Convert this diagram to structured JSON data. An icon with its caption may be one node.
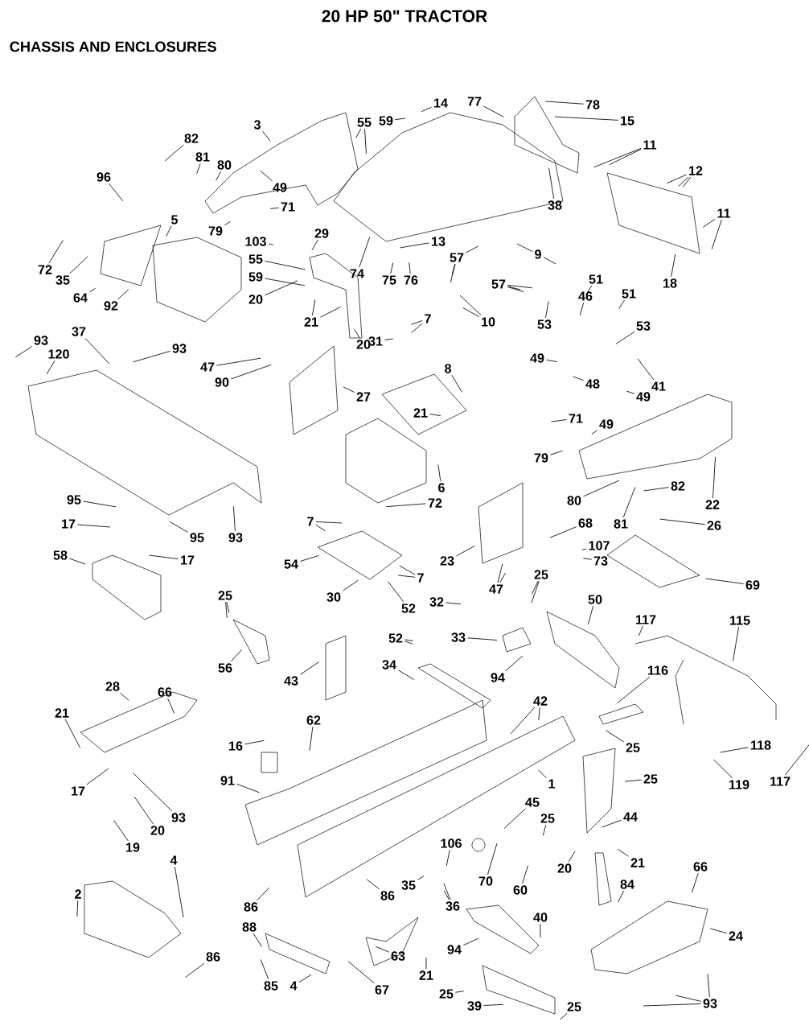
{
  "diagram": {
    "title": "20 HP 50\" TRACTOR",
    "labels": [
      "CHASSIS AND ENCLOSURES"
    ],
    "nodes": [
      {
        "text": [
          "3"
        ]
      },
      {
        "text": [
          "55"
        ]
      },
      {
        "text": [
          "59"
        ]
      },
      {
        "text": [
          "14"
        ]
      },
      {
        "text": [
          "77"
        ]
      },
      {
        "text": [
          "78"
        ]
      },
      {
        "text": [
          "15"
        ]
      },
      {
        "text": [
          "82"
        ]
      },
      {
        "text": [
          "81"
        ]
      },
      {
        "text": [
          "80"
        ]
      },
      {
        "text": [
          "96"
        ]
      },
      {
        "text": [
          "49"
        ]
      },
      {
        "text": [
          "71"
        ]
      },
      {
        "text": [
          "79"
        ]
      },
      {
        "text": [
          "11"
        ]
      },
      {
        "text": [
          "12"
        ]
      },
      {
        "text": [
          "38"
        ]
      },
      {
        "text": [
          "5"
        ]
      },
      {
        "text": [
          "72"
        ]
      },
      {
        "text": [
          "35"
        ]
      },
      {
        "text": [
          "64"
        ]
      },
      {
        "text": [
          "92"
        ]
      },
      {
        "text": [
          "29"
        ]
      },
      {
        "text": [
          "103"
        ]
      },
      {
        "text": [
          "55"
        ]
      },
      {
        "text": [
          "59"
        ]
      },
      {
        "text": [
          "20"
        ]
      },
      {
        "text": [
          "21"
        ]
      },
      {
        "text": [
          "20"
        ]
      },
      {
        "text": [
          "74"
        ]
      },
      {
        "text": [
          "13"
        ]
      },
      {
        "text": [
          "75"
        ]
      },
      {
        "text": [
          "76"
        ]
      },
      {
        "text": [
          "9"
        ]
      },
      {
        "text": [
          "57"
        ]
      },
      {
        "text": [
          "57"
        ]
      },
      {
        "text": [
          "10"
        ]
      },
      {
        "text": [
          "11"
        ]
      },
      {
        "text": [
          "18"
        ]
      },
      {
        "text": [
          "51"
        ]
      },
      {
        "text": [
          "46"
        ]
      },
      {
        "text": [
          "51"
        ]
      },
      {
        "text": [
          "53"
        ]
      },
      {
        "text": [
          "53"
        ]
      },
      {
        "text": [
          "49"
        ]
      },
      {
        "text": [
          "48"
        ]
      },
      {
        "text": [
          "49"
        ]
      },
      {
        "text": [
          "41"
        ]
      },
      {
        "text": [
          "7"
        ]
      },
      {
        "text": [
          "31"
        ]
      },
      {
        "text": [
          "8"
        ]
      },
      {
        "text": [
          "93"
        ]
      },
      {
        "text": [
          "120"
        ]
      },
      {
        "text": [
          "37"
        ]
      },
      {
        "text": [
          "93"
        ]
      },
      {
        "text": [
          "47"
        ]
      },
      {
        "text": [
          "90"
        ]
      },
      {
        "text": [
          "27"
        ]
      },
      {
        "text": [
          "21"
        ]
      },
      {
        "text": [
          "6"
        ]
      },
      {
        "text": [
          "72"
        ]
      },
      {
        "text": [
          "71"
        ]
      },
      {
        "text": [
          "49"
        ]
      },
      {
        "text": [
          "79"
        ]
      },
      {
        "text": [
          "22"
        ]
      },
      {
        "text": [
          "80"
        ]
      },
      {
        "text": [
          "81"
        ]
      },
      {
        "text": [
          "82"
        ]
      },
      {
        "text": [
          "68"
        ]
      },
      {
        "text": [
          "107"
        ]
      },
      {
        "text": [
          "73"
        ]
      },
      {
        "text": [
          "23"
        ]
      },
      {
        "text": [
          "47"
        ]
      },
      {
        "text": [
          "26"
        ]
      },
      {
        "text": [
          "69"
        ]
      },
      {
        "text": [
          "95"
        ]
      },
      {
        "text": [
          "95"
        ]
      },
      {
        "text": [
          "17"
        ]
      },
      {
        "text": [
          "17"
        ]
      },
      {
        "text": [
          "58"
        ]
      },
      {
        "text": [
          "93"
        ]
      },
      {
        "text": [
          "7"
        ]
      },
      {
        "text": [
          "7"
        ]
      },
      {
        "text": [
          "54"
        ]
      },
      {
        "text": [
          "30"
        ]
      },
      {
        "text": [
          "52"
        ]
      },
      {
        "text": [
          "25"
        ]
      },
      {
        "text": [
          "56"
        ]
      },
      {
        "text": [
          "43"
        ]
      },
      {
        "text": [
          "52"
        ]
      },
      {
        "text": [
          "34"
        ]
      },
      {
        "text": [
          "32"
        ]
      },
      {
        "text": [
          "25"
        ]
      },
      {
        "text": [
          "33"
        ]
      },
      {
        "text": [
          "94"
        ]
      },
      {
        "text": [
          "50"
        ]
      },
      {
        "text": [
          "117"
        ]
      },
      {
        "text": [
          "115"
        ]
      },
      {
        "text": [
          "116"
        ]
      },
      {
        "text": [
          "42"
        ]
      },
      {
        "text": [
          "25"
        ]
      },
      {
        "text": [
          "25"
        ]
      },
      {
        "text": [
          "118"
        ]
      },
      {
        "text": [
          "119"
        ]
      },
      {
        "text": [
          "117"
        ]
      },
      {
        "text": [
          "1"
        ]
      },
      {
        "text": [
          "44"
        ]
      },
      {
        "text": [
          "45"
        ]
      },
      {
        "text": [
          "25"
        ]
      },
      {
        "text": [
          "106"
        ]
      },
      {
        "text": [
          "70"
        ]
      },
      {
        "text": [
          "60"
        ]
      },
      {
        "text": [
          "35"
        ]
      },
      {
        "text": [
          "36"
        ]
      },
      {
        "text": [
          "20"
        ]
      },
      {
        "text": [
          "21"
        ]
      },
      {
        "text": [
          "84"
        ]
      },
      {
        "text": [
          "66"
        ]
      },
      {
        "text": [
          "24"
        ]
      },
      {
        "text": [
          "93"
        ]
      },
      {
        "text": [
          "40"
        ]
      },
      {
        "text": [
          "94"
        ]
      },
      {
        "text": [
          "63"
        ]
      },
      {
        "text": [
          "21"
        ]
      },
      {
        "text": [
          "25"
        ]
      },
      {
        "text": [
          "39"
        ]
      },
      {
        "text": [
          "25"
        ]
      },
      {
        "text": [
          "67"
        ]
      },
      {
        "text": [
          "86"
        ]
      },
      {
        "text": [
          "85"
        ]
      },
      {
        "text": [
          "4"
        ]
      },
      {
        "text": [
          "86"
        ]
      },
      {
        "text": [
          "88"
        ]
      },
      {
        "text": [
          "62"
        ]
      },
      {
        "text": [
          "16"
        ]
      },
      {
        "text": [
          "91"
        ]
      },
      {
        "text": [
          "28"
        ]
      },
      {
        "text": [
          "66"
        ]
      },
      {
        "text": [
          "21"
        ]
      },
      {
        "text": [
          "17"
        ]
      },
      {
        "text": [
          "93"
        ]
      },
      {
        "text": [
          "20"
        ]
      },
      {
        "text": [
          "19"
        ]
      },
      {
        "text": [
          "4"
        ]
      },
      {
        "text": [
          "2"
        ]
      },
      {
        "text": [
          "86"
        ]
      }
    ],
    "edges": [
      {
        "from": 0,
        "to": null,
        "arrow": "none"
      },
      {
        "from": 1,
        "to": null,
        "arrow": "none"
      },
      {
        "from": 1,
        "to": null,
        "arrow": "none"
      },
      {
        "from": 2,
        "to": null,
        "arrow": "none"
      },
      {
        "from": 3,
        "to": null,
        "arrow": "none"
      },
      {
        "from": 4,
        "to": null,
        "arrow": "none"
      },
      {
        "from": 5,
        "to": null,
        "arrow": "none"
      },
      {
        "from": 6,
        "to": null,
        "arrow": "none"
      },
      {
        "from": 7,
        "to": null,
        "arrow": "none"
      },
      {
        "from": 8,
        "to": null,
        "arrow": "none"
      },
      {
        "from": 9,
        "to": null,
        "arrow": "none"
      },
      {
        "from": 10,
        "to": null,
        "arrow": "none"
      },
      {
        "from": 11,
        "to": null,
        "arrow": "none"
      },
      {
        "from": 12,
        "to": null,
        "arrow": "none"
      },
      {
        "from": 13,
        "to": null,
        "arrow": "none"
      },
      {
        "from": 14,
        "to": null,
        "arrow": "none"
      },
      {
        "from": 14,
        "to": null,
        "arrow": "none"
      },
      {
        "from": 15,
        "to": null,
        "arrow": "none"
      },
      {
        "from": 15,
        "to": null,
        "arrow": "none"
      },
      {
        "from": 15,
        "to": null,
        "arrow": "none"
      },
      {
        "from": 16,
        "to": null,
        "arrow": "none"
      },
      {
        "from": 17,
        "to": null,
        "arrow": "none"
      },
      {
        "from": 18,
        "to": null,
        "arrow": "none"
      },
      {
        "from": 19,
        "to": null,
        "arrow": "none"
      },
      {
        "from": 20,
        "to": null,
        "arrow": "none"
      },
      {
        "from": 21,
        "to": null,
        "arrow": "none"
      },
      {
        "from": 22,
        "to": null,
        "arrow": "none"
      },
      {
        "from": 23,
        "to": null,
        "arrow": "none"
      },
      {
        "from": 24,
        "to": null,
        "arrow": "none"
      },
      {
        "from": 25,
        "to": null,
        "arrow": "none"
      },
      {
        "from": 26,
        "to": null,
        "arrow": "none"
      },
      {
        "from": 27,
        "to": null,
        "arrow": "none"
      },
      {
        "from": 27,
        "to": null,
        "arrow": "none"
      },
      {
        "from": 28,
        "to": null,
        "arrow": "none"
      },
      {
        "from": 29,
        "to": null,
        "arrow": "none"
      },
      {
        "from": 30,
        "to": null,
        "arrow": "none"
      },
      {
        "from": 31,
        "to": null,
        "arrow": "none"
      },
      {
        "from": 32,
        "to": null,
        "arrow": "none"
      },
      {
        "from": 33,
        "to": null,
        "arrow": "none"
      },
      {
        "from": 33,
        "to": null,
        "arrow": "none"
      },
      {
        "from": 34,
        "to": null,
        "arrow": "none"
      },
      {
        "from": 34,
        "to": null,
        "arrow": "none"
      },
      {
        "from": 34,
        "to": null,
        "arrow": "none"
      },
      {
        "from": 35,
        "to": null,
        "arrow": "none"
      },
      {
        "from": 35,
        "to": null,
        "arrow": "none"
      },
      {
        "from": 35,
        "to": null,
        "arrow": "none"
      },
      {
        "from": 36,
        "to": null,
        "arrow": "none"
      },
      {
        "from": 36,
        "to": null,
        "arrow": "none"
      },
      {
        "from": 37,
        "to": null,
        "arrow": "none"
      },
      {
        "from": 37,
        "to": null,
        "arrow": "none"
      },
      {
        "from": 38,
        "to": null,
        "arrow": "none"
      },
      {
        "from": 39,
        "to": null,
        "arrow": "none"
      },
      {
        "from": 40,
        "to": null,
        "arrow": "none"
      },
      {
        "from": 41,
        "to": null,
        "arrow": "none"
      },
      {
        "from": 42,
        "to": null,
        "arrow": "none"
      },
      {
        "from": 43,
        "to": null,
        "arrow": "none"
      },
      {
        "from": 44,
        "to": null,
        "arrow": "none"
      },
      {
        "from": 45,
        "to": null,
        "arrow": "none"
      },
      {
        "from": 46,
        "to": null,
        "arrow": "none"
      },
      {
        "from": 47,
        "to": null,
        "arrow": "none"
      },
      {
        "from": 48,
        "to": null,
        "arrow": "none"
      },
      {
        "from": 48,
        "to": null,
        "arrow": "none"
      },
      {
        "from": 49,
        "to": null,
        "arrow": "none"
      },
      {
        "from": 50,
        "to": null,
        "arrow": "none"
      },
      {
        "from": 51,
        "to": null,
        "arrow": "none"
      },
      {
        "from": 52,
        "to": null,
        "arrow": "none"
      },
      {
        "from": 53,
        "to": null,
        "arrow": "none"
      },
      {
        "from": 54,
        "to": null,
        "arrow": "none"
      },
      {
        "from": 55,
        "to": null,
        "arrow": "none"
      },
      {
        "from": 56,
        "to": null,
        "arrow": "none"
      },
      {
        "from": 57,
        "to": null,
        "arrow": "none"
      },
      {
        "from": 58,
        "to": null,
        "arrow": "none"
      },
      {
        "from": 59,
        "to": null,
        "arrow": "none"
      },
      {
        "from": 60,
        "to": null,
        "arrow": "none"
      },
      {
        "from": 61,
        "to": null,
        "arrow": "none"
      },
      {
        "from": 62,
        "to": null,
        "arrow": "none"
      },
      {
        "from": 63,
        "to": null,
        "arrow": "none"
      },
      {
        "from": 64,
        "to": null,
        "arrow": "none"
      },
      {
        "from": 65,
        "to": null,
        "arrow": "none"
      },
      {
        "from": 66,
        "to": null,
        "arrow": "none"
      },
      {
        "from": 67,
        "to": null,
        "arrow": "none"
      },
      {
        "from": 68,
        "to": null,
        "arrow": "none"
      },
      {
        "from": 69,
        "to": null,
        "arrow": "none"
      },
      {
        "from": 70,
        "to": null,
        "arrow": "none"
      },
      {
        "from": 71,
        "to": null,
        "arrow": "none"
      },
      {
        "from": 72,
        "to": null,
        "arrow": "none"
      },
      {
        "from": 72,
        "to": null,
        "arrow": "none"
      },
      {
        "from": 73,
        "to": null,
        "arrow": "none"
      },
      {
        "from": 74,
        "to": null,
        "arrow": "none"
      },
      {
        "from": 75,
        "to": null,
        "arrow": "none"
      },
      {
        "from": 76,
        "to": null,
        "arrow": "none"
      },
      {
        "from": 77,
        "to": null,
        "arrow": "none"
      },
      {
        "from": 78,
        "to": null,
        "arrow": "none"
      },
      {
        "from": 79,
        "to": null,
        "arrow": "none"
      },
      {
        "from": 80,
        "to": null,
        "arrow": "none"
      },
      {
        "from": 81,
        "to": null,
        "arrow": "none"
      },
      {
        "from": 81,
        "to": null,
        "arrow": "none"
      },
      {
        "from": 82,
        "to": null,
        "arrow": "none"
      },
      {
        "from": 82,
        "to": null,
        "arrow": "none"
      },
      {
        "from": 83,
        "to": null,
        "arrow": "none"
      },
      {
        "from": 84,
        "to": null,
        "arrow": "none"
      },
      {
        "from": 85,
        "to": null,
        "arrow": "none"
      },
      {
        "from": 86,
        "to": null,
        "arrow": "none"
      },
      {
        "from": 86,
        "to": null,
        "arrow": "none"
      },
      {
        "from": 87,
        "to": null,
        "arrow": "none"
      },
      {
        "from": 88,
        "to": null,
        "arrow": "none"
      },
      {
        "from": 89,
        "to": null,
        "arrow": "none"
      },
      {
        "from": 89,
        "to": null,
        "arrow": "none"
      },
      {
        "from": 90,
        "to": null,
        "arrow": "none"
      },
      {
        "from": 91,
        "to": null,
        "arrow": "none"
      },
      {
        "from": 92,
        "to": null,
        "arrow": "none"
      },
      {
        "from": 92,
        "to": null,
        "arrow": "none"
      },
      {
        "from": 93,
        "to": null,
        "arrow": "none"
      },
      {
        "from": 94,
        "to": null,
        "arrow": "none"
      },
      {
        "from": 95,
        "to": null,
        "arrow": "none"
      },
      {
        "from": 96,
        "to": null,
        "arrow": "none"
      },
      {
        "from": 97,
        "to": null,
        "arrow": "none"
      },
      {
        "from": 98,
        "to": null,
        "arrow": "none"
      },
      {
        "from": 99,
        "to": null,
        "arrow": "none"
      },
      {
        "from": 99,
        "to": null,
        "arrow": "none"
      },
      {
        "from": 100,
        "to": null,
        "arrow": "none"
      },
      {
        "from": 101,
        "to": null,
        "arrow": "none"
      },
      {
        "from": 102,
        "to": null,
        "arrow": "none"
      },
      {
        "from": 103,
        "to": null,
        "arrow": "none"
      },
      {
        "from": 104,
        "to": null,
        "arrow": "none"
      },
      {
        "from": 105,
        "to": null,
        "arrow": "none"
      },
      {
        "from": 106,
        "to": null,
        "arrow": "none"
      },
      {
        "from": 107,
        "to": null,
        "arrow": "none"
      },
      {
        "from": 108,
        "to": null,
        "arrow": "none"
      },
      {
        "from": 109,
        "to": null,
        "arrow": "none"
      },
      {
        "from": 110,
        "to": null,
        "arrow": "none"
      },
      {
        "from": 111,
        "to": null,
        "arrow": "none"
      },
      {
        "from": 112,
        "to": null,
        "arrow": "none"
      },
      {
        "from": 113,
        "to": null,
        "arrow": "none"
      },
      {
        "from": 113,
        "to": null,
        "arrow": "none"
      },
      {
        "from": 114,
        "to": null,
        "arrow": "none"
      },
      {
        "from": 115,
        "to": null,
        "arrow": "none"
      },
      {
        "from": 116,
        "to": null,
        "arrow": "none"
      },
      {
        "from": 117,
        "to": null,
        "arrow": "none"
      },
      {
        "from": 118,
        "to": null,
        "arrow": "none"
      },
      {
        "from": 119,
        "to": null,
        "arrow": "none"
      },
      {
        "from": 119,
        "to": null,
        "arrow": "none"
      },
      {
        "from": 119,
        "to": null,
        "arrow": "none"
      },
      {
        "from": 120,
        "to": null,
        "arrow": "none"
      },
      {
        "from": 121,
        "to": null,
        "arrow": "none"
      },
      {
        "from": 122,
        "to": null,
        "arrow": "none"
      },
      {
        "from": 123,
        "to": null,
        "arrow": "none"
      },
      {
        "from": 124,
        "to": null,
        "arrow": "none"
      },
      {
        "from": 125,
        "to": null,
        "arrow": "none"
      },
      {
        "from": 126,
        "to": null,
        "arrow": "none"
      },
      {
        "from": 127,
        "to": null,
        "arrow": "none"
      },
      {
        "from": 128,
        "to": null,
        "arrow": "none"
      },
      {
        "from": 129,
        "to": null,
        "arrow": "none"
      },
      {
        "from": 130,
        "to": null,
        "arrow": "none"
      },
      {
        "from": 131,
        "to": null,
        "arrow": "none"
      },
      {
        "from": 132,
        "to": null,
        "arrow": "none"
      },
      {
        "from": 133,
        "to": null,
        "arrow": "none"
      },
      {
        "from": 134,
        "to": null,
        "arrow": "none"
      },
      {
        "from": 135,
        "to": null,
        "arrow": "none"
      },
      {
        "from": 136,
        "to": null,
        "arrow": "none"
      },
      {
        "from": 137,
        "to": null,
        "arrow": "none"
      },
      {
        "from": 138,
        "to": null,
        "arrow": "none"
      },
      {
        "from": 139,
        "to": null,
        "arrow": "none"
      },
      {
        "from": 140,
        "to": null,
        "arrow": "none"
      },
      {
        "from": 141,
        "to": null,
        "arrow": "none"
      },
      {
        "from": 142,
        "to": null,
        "arrow": "none"
      },
      {
        "from": 143,
        "to": null,
        "arrow": "none"
      },
      {
        "from": 144,
        "to": null,
        "arrow": "none"
      },
      {
        "from": 145,
        "to": null,
        "arrow": "none"
      }
    ]
  }
}
